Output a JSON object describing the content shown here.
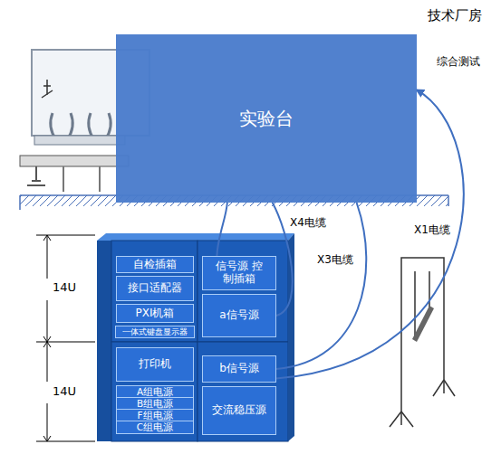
{
  "diagram": {
    "nodes": [
      {
        "text": [
          "实验台"
        ]
      },
      {
        "text": [
          "自检插箱"
        ]
      },
      {
        "text": [
          "接口适配器"
        ]
      },
      {
        "text": [
          "PXI机箱"
        ]
      },
      {
        "text": [
          "一体式键盘显示器"
        ]
      },
      {
        "text": [
          "信号源 控制插箱"
        ]
      },
      {
        "text": [
          "a信号源"
        ]
      },
      {
        "text": [
          "打印机"
        ]
      },
      {
        "text": [
          "A组电源"
        ]
      },
      {
        "text": [
          "B组电源"
        ]
      },
      {
        "text": [
          "F组电源"
        ]
      },
      {
        "text": [
          "C组电源"
        ]
      },
      {
        "text": [
          "b信号源"
        ]
      },
      {
        "text": [
          "交流稳压源"
        ]
      }
    ],
    "edges": [
      {
        "from": 5,
        "to": 0,
        "arrow": "none"
      },
      {
        "from": 6,
        "to": 0,
        "arrow": "none",
        "label": "X4电缆"
      },
      {
        "from": 12,
        "to": 0,
        "arrow": "none",
        "label": "X3电缆"
      },
      {
        "from": 12,
        "to": 0,
        "arrow": "to",
        "label": "X1电缆"
      }
    ],
    "labels": [
      "技术厂房",
      "综合测试",
      "14U",
      "14U"
    ]
  }
}
